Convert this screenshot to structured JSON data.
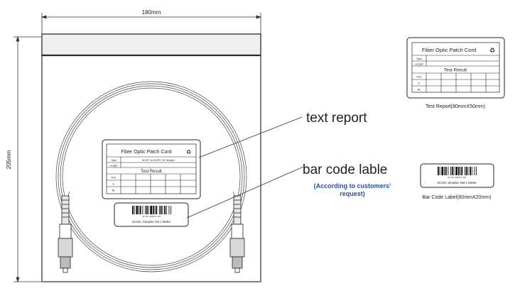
{
  "dimensions": {
    "width_label": "180mm",
    "height_label": "205mm"
  },
  "callouts": {
    "text_report": "text report",
    "bar_code_label": "bar code lable",
    "note": "(According to customers'",
    "note_line2": "request)"
  },
  "report_card": {
    "title": "Fiber Optic Patch Cord",
    "rows": {
      "type": "Type",
      "type_value": "SC/PC to SC/PC 3X Simplex",
      "length": "Length",
      "test_result": "Test Result",
      "port": "Port",
      "il": "IL",
      "rl": "RL"
    },
    "caption": "Test Report(80mmX50mm)"
  },
  "barcode_label": {
    "code_small": "SC SC SMFX0-1M",
    "text": "SC/SC Simplex XX L Meter",
    "side_text": "SC/SC Simplex DM L Meter",
    "caption": "Bar Code Label(60mmX20mm)"
  },
  "colors": {
    "line": "#2a2a2a",
    "note_blue": "#2a4ea0"
  },
  "icons": {
    "rohs_mark": "recycle-mark-icon"
  }
}
